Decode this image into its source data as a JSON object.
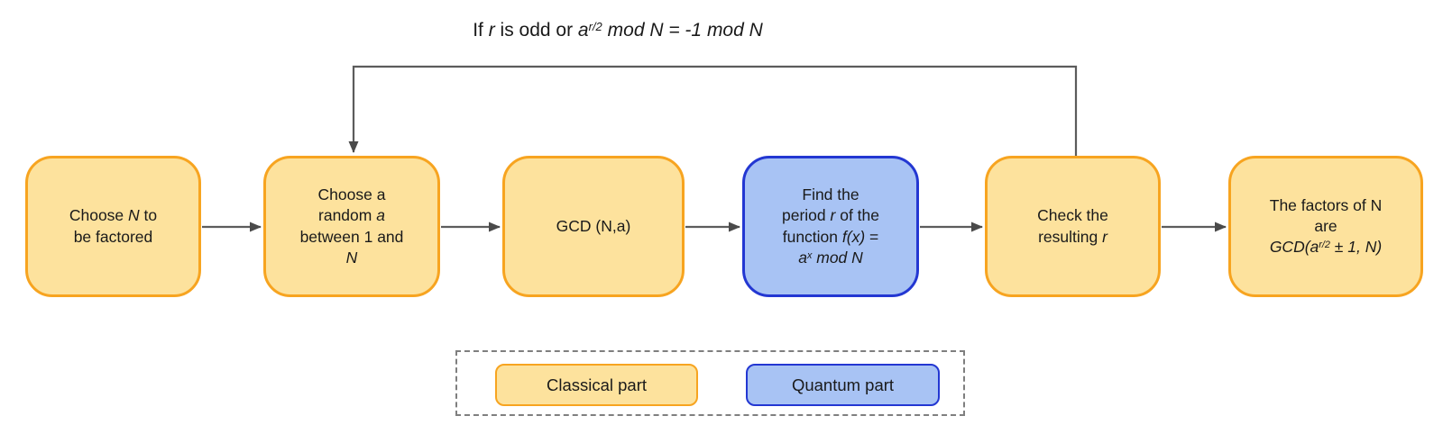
{
  "colors": {
    "classical_fill": "#FDE29D",
    "classical_border": "#F7A420",
    "quantum_fill": "#A8C3F4",
    "quantum_border": "#2337D2",
    "connector": "#5C5C5C",
    "arrowhead": "#4A4A4A",
    "legend_border": "#7F7F7F",
    "text": "#1A1A1A"
  },
  "diagram": {
    "loop_condition": {
      "text": "If r is odd or a^(r/2) mod N = -1 mod N",
      "segments": [
        {
          "t": "If "
        },
        {
          "t": "r",
          "i": true
        },
        {
          "t": " is odd or "
        },
        {
          "t": "a",
          "i": true
        },
        {
          "t": "r/2",
          "i": true,
          "sup": true
        },
        {
          "t": " mod N = -1 mod N",
          "i": true
        }
      ]
    },
    "nodes": [
      {
        "id": "choose-n",
        "type": "classical",
        "text": "Choose N to be factored",
        "segments": [
          {
            "t": "Choose "
          },
          {
            "t": "N",
            "i": true
          },
          {
            "t": " to"
          },
          {
            "br": true
          },
          {
            "t": "be factored"
          }
        ]
      },
      {
        "id": "choose-random-a",
        "type": "classical",
        "text": "Choose a random a between 1 and N",
        "segments": [
          {
            "t": "Choose a"
          },
          {
            "br": true
          },
          {
            "t": "random "
          },
          {
            "t": "a",
            "i": true
          },
          {
            "br": true
          },
          {
            "t": "between 1 and"
          },
          {
            "br": true
          },
          {
            "t": "N",
            "i": true
          }
        ]
      },
      {
        "id": "gcd-check",
        "type": "classical",
        "text": "GCD (N,a)",
        "segments": [
          {
            "t": "GCD (N,a)"
          }
        ]
      },
      {
        "id": "find-period",
        "type": "quantum",
        "text": "Find the period r of the function f(x) = a^x mod N",
        "segments": [
          {
            "t": "Find the"
          },
          {
            "br": true
          },
          {
            "t": "period "
          },
          {
            "t": "r",
            "i": true
          },
          {
            "t": " of the"
          },
          {
            "br": true
          },
          {
            "t": "function "
          },
          {
            "t": "f(x)",
            "i": true
          },
          {
            "t": " ="
          },
          {
            "br": true
          },
          {
            "t": "a",
            "i": true
          },
          {
            "t": "x",
            "i": true,
            "sup": true
          },
          {
            "t": " mod N",
            "i": true
          }
        ]
      },
      {
        "id": "check-r",
        "type": "classical",
        "text": "Check the resulting r",
        "segments": [
          {
            "t": "Check the"
          },
          {
            "br": true
          },
          {
            "t": "resulting "
          },
          {
            "t": "r",
            "i": true
          }
        ]
      },
      {
        "id": "factors-result",
        "type": "classical",
        "text": "The factors of N are GCD(a^(r/2) ± 1, N)",
        "segments": [
          {
            "t": "The factors of N"
          },
          {
            "br": true
          },
          {
            "t": "are"
          },
          {
            "br": true
          },
          {
            "t": "GCD(a",
            "i": true
          },
          {
            "t": "r/2",
            "i": true,
            "sup": true
          },
          {
            "t": " ± 1, N)",
            "i": true
          }
        ]
      }
    ],
    "legend": {
      "classical_label": "Classical part",
      "quantum_label": "Quantum part"
    }
  }
}
